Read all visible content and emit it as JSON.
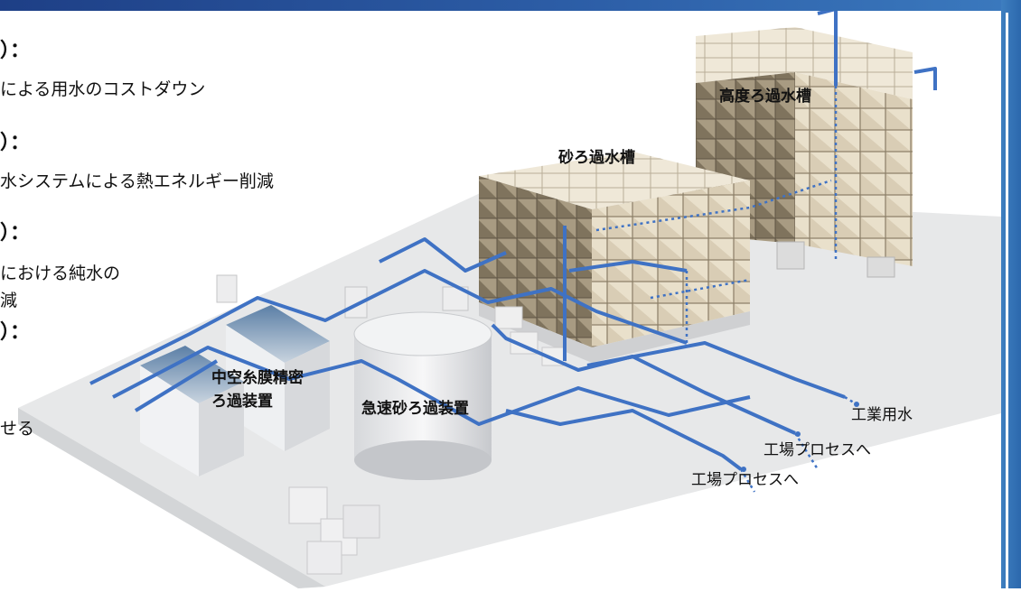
{
  "left_list": [
    {
      "mark": "）：",
      "lines": [
        "による用水のコストダウン"
      ]
    },
    {
      "mark": "）：",
      "lines": [
        "水システムによる熱エネルギー削減"
      ]
    },
    {
      "mark": "）：",
      "lines": [
        "における純水の",
        "減"
      ]
    },
    {
      "mark": "）：",
      "lines": [
        "",
        "せる"
      ]
    }
  ],
  "labels": {
    "advanced_tank": "高度ろ過水槽",
    "sand_tank": "砂ろ過水槽",
    "membrane_line1": "中空糸膜精密",
    "membrane_line2": "ろ過装置",
    "rapid_filter": "急速砂ろ過装置",
    "industrial_water": "工業用水",
    "process1": "工場プロセスへ",
    "process2": "工場プロセスへ"
  },
  "colors": {
    "pipe": "#3f72c4",
    "floor": "#e9eaeb",
    "header": "#234b92",
    "accent_bar": "#3a7cc0"
  }
}
